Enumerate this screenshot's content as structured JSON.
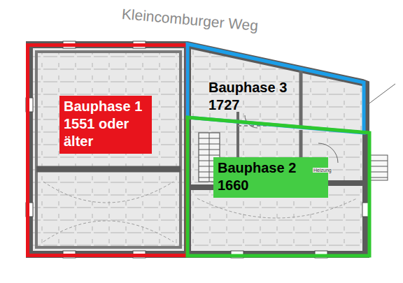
{
  "diagram": {
    "nodes": [
      {
        "text": [
          "Bauphase 1",
          "1551 oder älter"
        ]
      },
      {
        "text": [
          "Bauphase 3",
          "1727"
        ]
      },
      {
        "text": [
          "Bauphase 2",
          "1660"
        ]
      }
    ],
    "labels": [
      "Kleincomburger Weg",
      "Heizung"
    ]
  }
}
